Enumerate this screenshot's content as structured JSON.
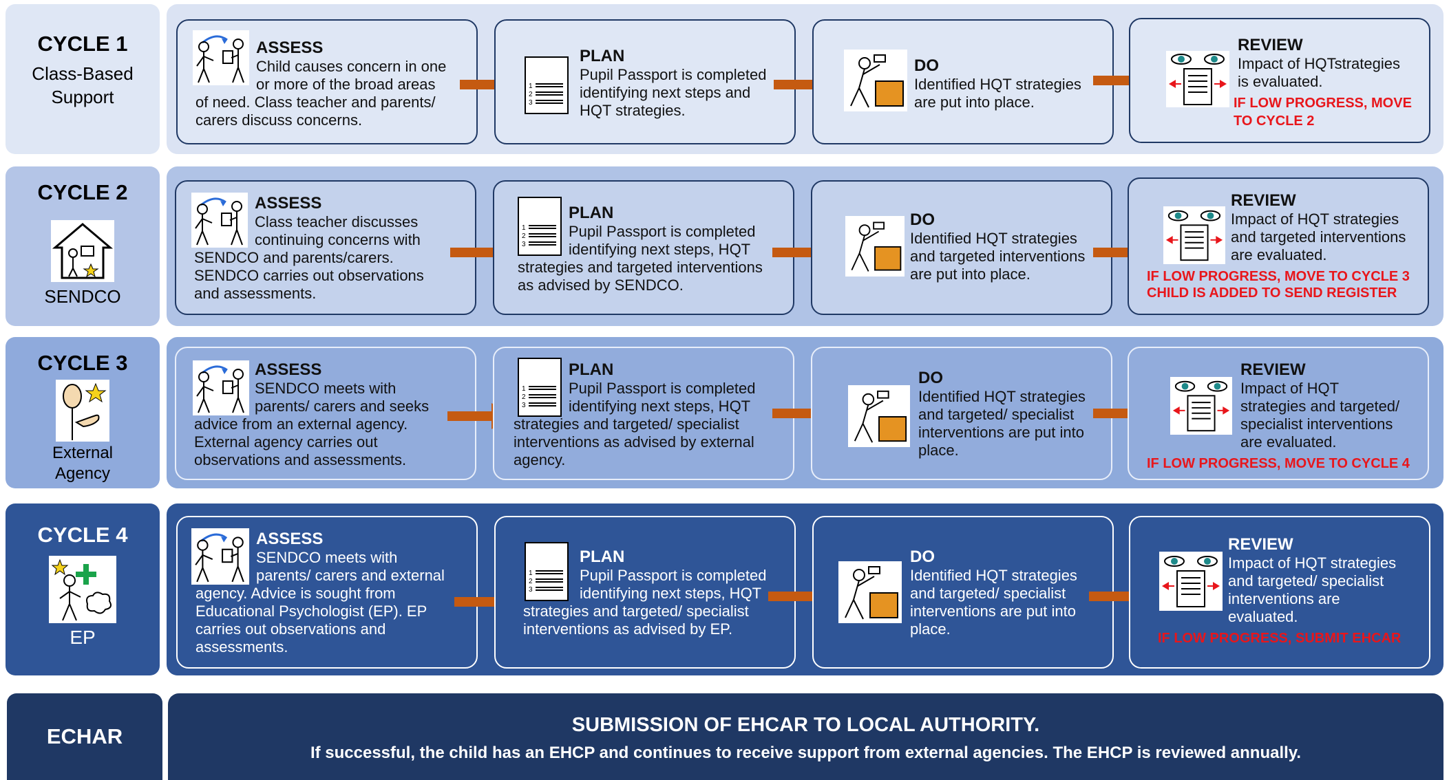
{
  "cycles": [
    {
      "title": "CYCLE 1",
      "sub": [
        "Class-Based",
        "Support"
      ],
      "assess": {
        "heading": "ASSESS",
        "lines": [
          "Child causes concern in one",
          "or more of the broad areas",
          "of need. Class teacher and parents/",
          "carers discuss concerns."
        ]
      },
      "plan": {
        "heading": "PLAN",
        "lines": [
          "Pupil Passport is completed",
          "identifying next steps and",
          "HQT strategies."
        ]
      },
      "do": {
        "heading": "DO",
        "lines": [
          "Identified HQT strategies",
          "are put into place."
        ]
      },
      "review": {
        "heading": "REVIEW",
        "lines": [
          "Impact of HQTstrategies",
          "is evaluated."
        ],
        "red": [
          "IF LOW PROGRESS, MOVE",
          "TO CYCLE 2"
        ]
      }
    },
    {
      "title": "CYCLE 2",
      "sub": [
        "SENDCO"
      ],
      "assess": {
        "heading": "ASSESS",
        "lines": [
          "Class teacher discusses",
          "continuing concerns with",
          "SENDCO and parents/carers.",
          "SENDCO carries out observations",
          "and assessments."
        ]
      },
      "plan": {
        "heading": "PLAN",
        "lines": [
          "Pupil Passport is completed",
          "identifying next steps, HQT",
          "strategies and targeted interventions",
          "as advised by SENDCO."
        ]
      },
      "do": {
        "heading": "DO",
        "lines": [
          "Identified HQT strategies",
          "and targeted interventions",
          "are put into place."
        ]
      },
      "review": {
        "heading": "REVIEW",
        "lines": [
          "Impact of HQT strategies",
          "and targeted interventions",
          "are evaluated."
        ],
        "red": [
          "IF LOW PROGRESS, MOVE TO CYCLE 3",
          "CHILD IS ADDED TO SEND REGISTER"
        ]
      }
    },
    {
      "title": "CYCLE 3",
      "sub": [
        "External",
        "Agency"
      ],
      "assess": {
        "heading": "ASSESS",
        "lines": [
          "SENDCO meets with",
          "parents/ carers and seeks",
          "advice from an external agency.",
          "External agency carries out",
          "observations and assessments."
        ]
      },
      "plan": {
        "heading": "PLAN",
        "lines": [
          "Pupil Passport is completed",
          "identifying next steps, HQT",
          "strategies and targeted/ specialist",
          "interventions as advised by external",
          "agency."
        ]
      },
      "do": {
        "heading": "DO",
        "lines": [
          "Identified HQT strategies",
          "and targeted/ specialist",
          "interventions are put into",
          "place."
        ]
      },
      "review": {
        "heading": "REVIEW",
        "lines": [
          "Impact of HQT",
          "strategies and targeted/",
          "specialist interventions",
          "are evaluated."
        ],
        "red": [
          "IF LOW PROGRESS, MOVE TO CYCLE 4"
        ]
      }
    },
    {
      "title": "CYCLE 4",
      "sub": [
        "EP"
      ],
      "assess": {
        "heading": "ASSESS",
        "lines": [
          "SENDCO meets with",
          "parents/ carers and external",
          "agency. Advice is sought from",
          "Educational Psychologist (EP). EP",
          "carries out observations and",
          "assessments."
        ]
      },
      "plan": {
        "heading": "PLAN",
        "lines": [
          "Pupil Passport is completed",
          "identifying next steps, HQT",
          "strategies and targeted/ specialist",
          "interventions as advised by EP."
        ]
      },
      "do": {
        "heading": "DO",
        "lines": [
          "Identified HQT strategies",
          "and targeted/ specialist",
          "interventions are put into",
          "place."
        ]
      },
      "review": {
        "heading": "REVIEW",
        "lines": [
          "Impact of HQT strategies",
          "and targeted/ specialist",
          "interventions are",
          "evaluated."
        ],
        "red": [
          "IF LOW PROGRESS, SUBMIT EHCAR"
        ]
      }
    }
  ],
  "echar": {
    "label": "ECHAR",
    "title": "SUBMISSION OF EHCAR TO LOCAL AUTHORITY.",
    "text": "If successful, the child has an EHCP and continues to receive support from external agencies. The EHCP is reviewed annually."
  },
  "colors": {
    "cycle1_label": "#dfe7f5",
    "cycle1_band": "#dbe3f3",
    "cycle2_label": "#b4c5e7",
    "cycle2_band": "#b0c3e6",
    "cycle3_label": "#8faadc",
    "cycle3_band": "#8eaadb",
    "cycle4_label": "#2f5597",
    "cycle4_band": "#2f5597",
    "echar": "#1f3864",
    "arrow": "#c55a11",
    "warning": "#e8161b"
  },
  "icons": [
    "assess-icon",
    "plan-document-icon",
    "do-worker-icon",
    "review-eyes-icon",
    "sendco-house-icon",
    "external-agency-icon",
    "ep-icon"
  ]
}
